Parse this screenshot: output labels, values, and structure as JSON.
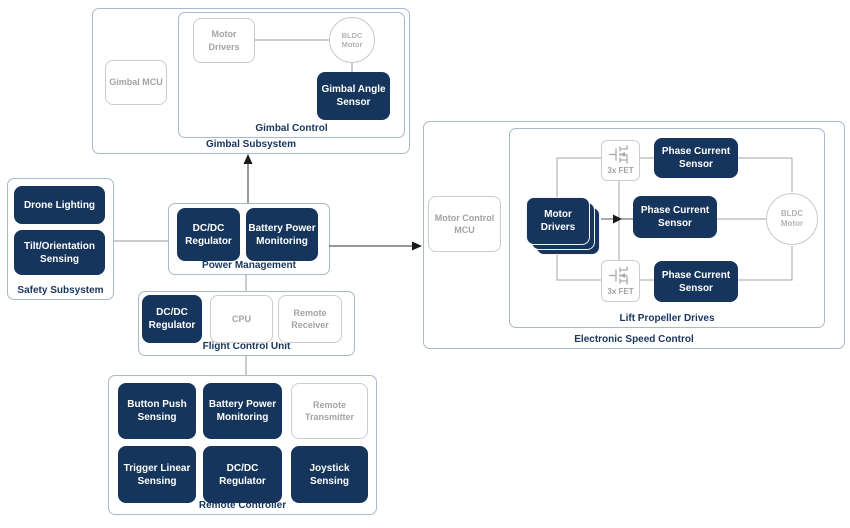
{
  "colors": {
    "navy_block": "#16355d",
    "label_text": "#17365d",
    "ghost_border": "#cdcdcd",
    "ghost_text": "#a3a3a3",
    "container_border": "#a8b9cc",
    "wire_gray": "#9a9a9a",
    "arrow_dark": "#222222"
  },
  "gimbal_subsystem": {
    "label": "Gimbal Subsystem",
    "gimbal_mcu": "Gimbal MCU",
    "gimbal_control": {
      "label": "Gimbal Control",
      "motor_drivers": "Motor Drivers",
      "bldc_motor": "BLDC Motor",
      "gimbal_angle_sensor": "Gimbal Angle Sensor"
    }
  },
  "safety_subsystem": {
    "label": "Safety Subsystem",
    "drone_lighting": "Drone Lighting",
    "tilt_orientation_sensing": "Tilt/Orientation Sensing"
  },
  "power_management": {
    "label": "Power Management",
    "dcdc_regulator": "DC/DC Regulator",
    "battery_power_monitoring": "Battery Power Monitoring"
  },
  "flight_control_unit": {
    "label": "Flight Control Unit",
    "dcdc_regulator": "DC/DC Regulator",
    "cpu": "CPU",
    "remote_receiver": "Remote Receiver"
  },
  "remote_controller": {
    "label": "Remote Controller",
    "button_push_sensing": "Button Push Sensing",
    "battery_power_monitoring": "Battery Power Monitoring",
    "remote_transmitter": "Remote Transmitter",
    "trigger_linear_sensing": "Trigger Linear Sensing",
    "dcdc_regulator": "DC/DC Regulator",
    "joystick_sensing": "Joystick Sensing"
  },
  "electronic_speed_control": {
    "label": "Electronic Speed Control",
    "motor_control_mcu": "Motor Control MCU",
    "lift_propeller_drives": {
      "label": "Lift Propeller Drives",
      "motor_drivers": "Motor Drivers",
      "fet_top": "3x FET",
      "fet_bottom": "3x FET",
      "phase_current_sensor_top": "Phase Current Sensor",
      "phase_current_sensor_middle": "Phase Current Sensor",
      "phase_current_sensor_bottom": "Phase Current Sensor",
      "bldc_motor": "BLDC Motor"
    }
  }
}
